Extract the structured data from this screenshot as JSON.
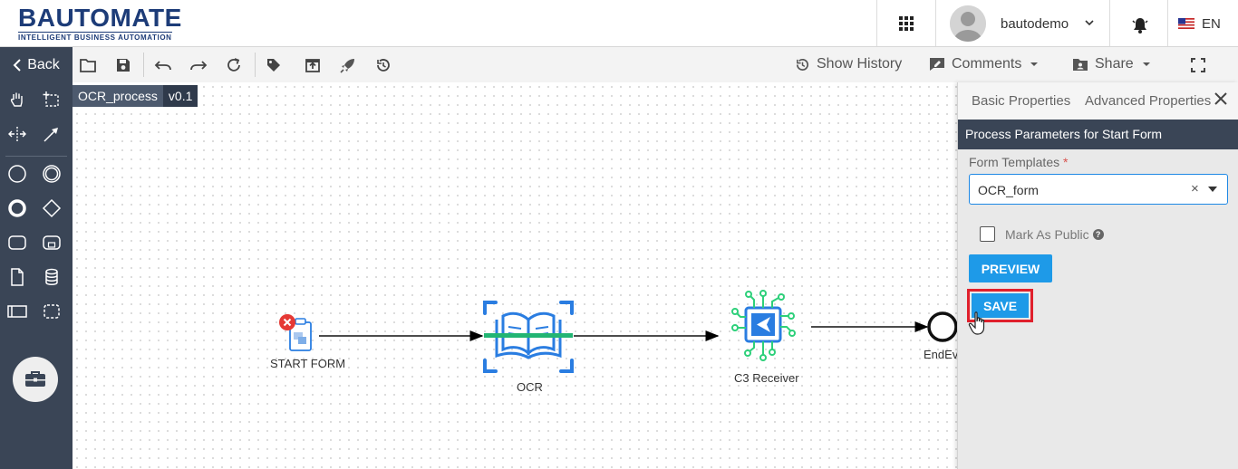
{
  "header": {
    "logo_main": "BAUTOMATE",
    "logo_sub": "INTELLIGENT BUSINESS AUTOMATION",
    "apps_icon": "grid-icon",
    "username": "bautodemo",
    "notification_icon": "bell-icon",
    "language": "EN",
    "brand_color": "#1d3c78"
  },
  "toolbar": {
    "back_label": "Back",
    "icons": [
      "folder-icon",
      "save-icon",
      "undo-icon",
      "redo-icon",
      "refresh-icon",
      "tag-icon",
      "export-icon",
      "deploy-icon",
      "history-icon"
    ],
    "show_history_label": "Show History",
    "comments_label": "Comments",
    "share_label": "Share",
    "fullscreen_icon": "fullscreen-icon"
  },
  "palette": {
    "tools": [
      "hand-tool",
      "lasso-tool",
      "space-tool",
      "connect-tool",
      "start-event",
      "intermediate-event",
      "end-event",
      "gateway",
      "task",
      "subprocess",
      "data-object",
      "data-store",
      "pool",
      "group"
    ],
    "toolbox_icon": "toolbox-icon"
  },
  "canvas": {
    "process_name": "OCR_process",
    "version": "v0.1",
    "nodes": {
      "start": "START FORM",
      "ocr": "OCR",
      "receiver": "C3 Receiver",
      "end": "EndEvent"
    },
    "colors": {
      "ocr_blue": "#2a7de1",
      "ocr_green": "#22b573",
      "receiver_green": "#2dd07a",
      "error_red": "#e53935"
    }
  },
  "properties": {
    "tabs": [
      "Basic Properties",
      "Advanced Properties"
    ],
    "section_title": "Process Parameters for Start Form",
    "form_templates_label": "Form Templates",
    "required_mark": "*",
    "form_template_value": "OCR_form",
    "clear_glyph": "×",
    "mark_public_label": "Mark As Public",
    "mark_public_checked": false,
    "help_glyph": "?",
    "preview_label": "PREVIEW",
    "save_label": "SAVE",
    "accent_color": "#1e9ae8",
    "highlight_color": "#e0202c"
  }
}
